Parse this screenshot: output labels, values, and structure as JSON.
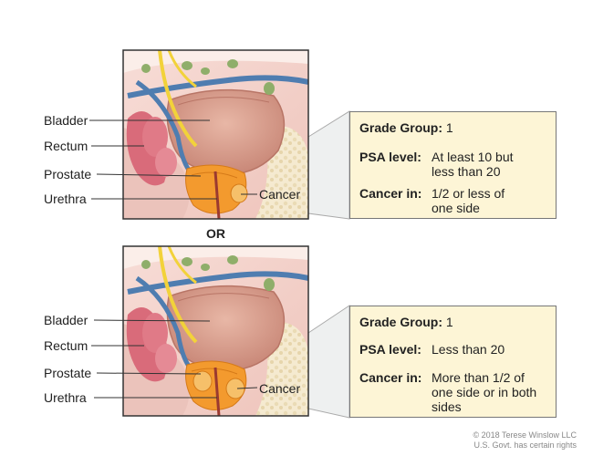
{
  "panels": [
    {
      "labels": {
        "bladder": "Bladder",
        "rectum": "Rectum",
        "prostate": "Prostate",
        "urethra": "Urethra",
        "cancer": "Cancer"
      },
      "info": {
        "grade_key": "Grade Group:",
        "grade_val": "1",
        "psa_key": "PSA level:",
        "psa_val_1": "At least 10 but",
        "psa_val_2": "less than 20",
        "cancer_key": "Cancer in:",
        "cancer_val_1": "1/2 or less of",
        "cancer_val_2": "one side",
        "cancer_val_3": ""
      }
    },
    {
      "labels": {
        "bladder": "Bladder",
        "rectum": "Rectum",
        "prostate": "Prostate",
        "urethra": "Urethra",
        "cancer": "Cancer"
      },
      "info": {
        "grade_key": "Grade Group:",
        "grade_val": "1",
        "psa_key": "PSA level:",
        "psa_val_1": "Less than 20",
        "psa_val_2": "",
        "cancer_key": "Cancer in:",
        "cancer_val_1": "More than 1/2 of",
        "cancer_val_2": "one side or in both",
        "cancer_val_3": "sides"
      }
    }
  ],
  "separator": "OR",
  "copyright": {
    "line1": "© 2018 Terese Winslow LLC",
    "line2": "U.S. Govt. has certain rights"
  },
  "colors": {
    "info_bg": "#fdf5d6",
    "tumor": "#f39a2e",
    "bladder": "#d99a8a",
    "vein": "#4f7db0",
    "ureter": "#f2d23a"
  }
}
